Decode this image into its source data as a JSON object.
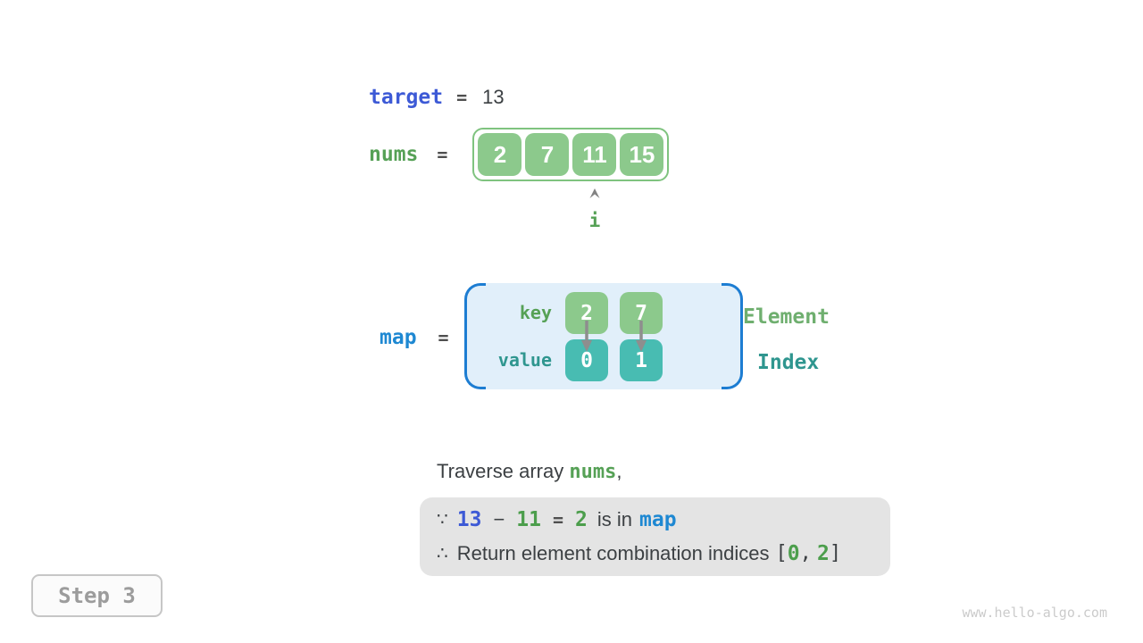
{
  "colors": {
    "royal_blue": "#3D5AD6",
    "azure_blue": "#1E88D2",
    "green_text": "#56A156",
    "teal_text": "#2F968F",
    "green_cell": "#8CC98C",
    "teal_cell": "#48BCB2",
    "map_fill": "#E1EFFA",
    "bracket_blue": "#1D7DD2",
    "gray_box": "#E4E4E4",
    "dark_text": "#3C4043"
  },
  "target_row": {
    "label": "target",
    "equals": "=",
    "value": "13"
  },
  "nums_row": {
    "label": "nums",
    "equals": "=",
    "cells": [
      "2",
      "7",
      "11",
      "15"
    ],
    "pointer_label": "i"
  },
  "map_row": {
    "label": "map",
    "equals": "=",
    "key_label": "key",
    "value_label": "value",
    "keys": [
      "2",
      "7"
    ],
    "values": [
      "0",
      "1"
    ],
    "element_label": "Element",
    "index_label": "Index"
  },
  "caption": {
    "prefix": "Traverse array ",
    "code": "nums",
    "suffix": ","
  },
  "conclusion": {
    "line1": {
      "because": "∵",
      "minuend": "13",
      "minus": "−",
      "subtrahend": "11",
      "equals": "=",
      "difference": "2",
      "text": "is in",
      "code": "map"
    },
    "line2": {
      "therefore": "∴",
      "text": "Return element combination indices",
      "bracket_open": "[",
      "index_a": "0",
      "comma": ",",
      "index_b": "2",
      "bracket_close": "]"
    }
  },
  "step_label": "Step 3",
  "watermark": "www.hello-algo.com"
}
